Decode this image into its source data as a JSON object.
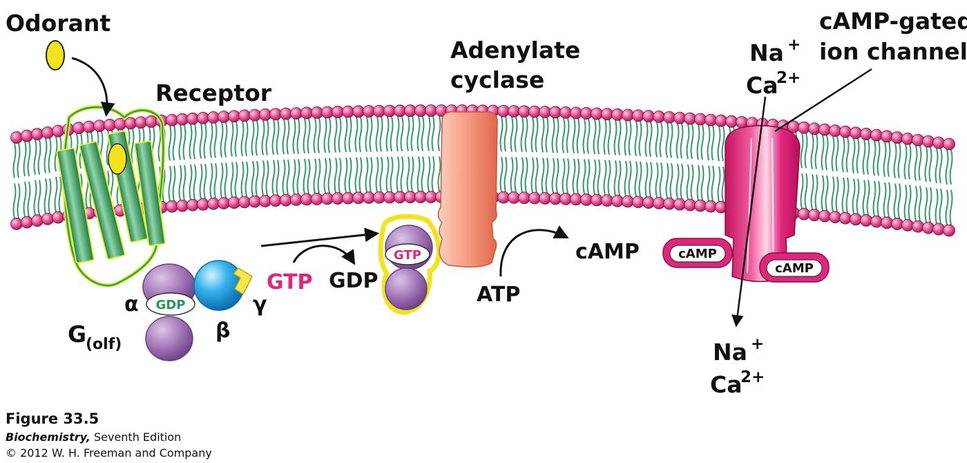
{
  "labels": {
    "odorant": "Odorant",
    "receptor": "Receptor",
    "adenylate_line1": "Adenylate",
    "adenylate_line2": "cyclase",
    "channel_line1": "cAMP-gated",
    "channel_line2": "ion channel",
    "na": "Na",
    "na_charge": "+",
    "ca": "Ca",
    "ca_charge": "2+",
    "gtp": "GTP",
    "gdp": "GDP",
    "atp": "ATP",
    "camp": "cAMP",
    "alpha": "α",
    "beta": "β",
    "gamma": "γ",
    "g_main": "G",
    "g_sub": "(olf)",
    "gdp_badge": "GDP",
    "gtp_badge": "GTP",
    "camp_badge": "cAMP"
  },
  "caption": {
    "figure": "Figure 33.5",
    "book": "Biochemistry,",
    "edition": " Seventh Edition",
    "copyright": "© 2012 W. H. Freeman and Company"
  },
  "colors": {
    "head": "#e54f8f",
    "tail": "#2f9a68",
    "receptor": "#2e9e5e",
    "receptor_outline": "#e8ee30",
    "odorant": "#f3e21c",
    "galpha": "#9d6fb2",
    "gbeta": "#22a6e6",
    "ggamma": "#f5e64a",
    "cyclase": "#f59b80",
    "channel": "#e0267c",
    "gtp_text": "#e0267c",
    "gdp_text": "#1f9a59"
  }
}
